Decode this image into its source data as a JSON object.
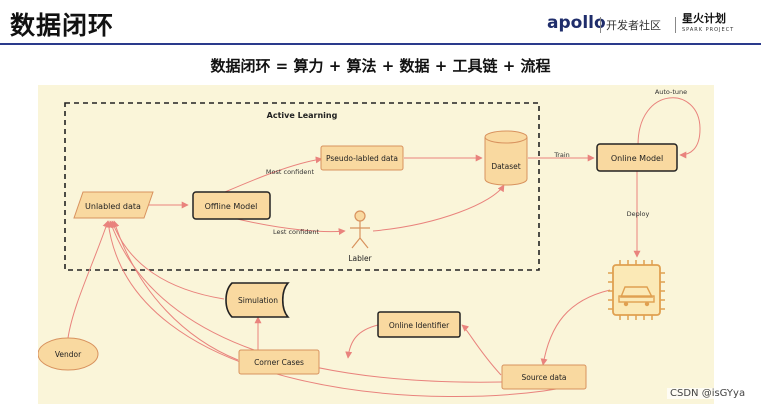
{
  "header": {
    "title": "数据闭环",
    "logo_apollo": "apollo",
    "logo_dev": "开发者社区",
    "logo_spark": "星火计划",
    "logo_spark_sub": "SPARK PROJECT"
  },
  "subtitle": "数据闭环 = 算力 + 算法 + 数据 + 工具链 + 流程",
  "diagram": {
    "region_label": "Active Learning",
    "nodes": {
      "unlabeled": "Unlabled data",
      "offline_model": "Offline Model",
      "pseudo": "Pseudo-labled data",
      "dataset": "Dataset",
      "labler": "Labler",
      "online_model": "Online Model",
      "simulation": "Simulation",
      "corner_cases": "Corner Cases",
      "online_identifier": "Online Identifier",
      "source_data": "Source data",
      "vendor": "Vendor"
    },
    "edges": {
      "most_confident": "Most confident",
      "lest_confident": "Lest confident",
      "train": "Train",
      "deploy": "Deploy",
      "auto_tune": "Auto-tune"
    }
  },
  "watermark": "CSDN @isGYya",
  "colors": {
    "node_fill": "#f9d9a0",
    "node_stroke": "#d8925e",
    "arrow": "#e9837d",
    "panel": "#faf5d9"
  }
}
